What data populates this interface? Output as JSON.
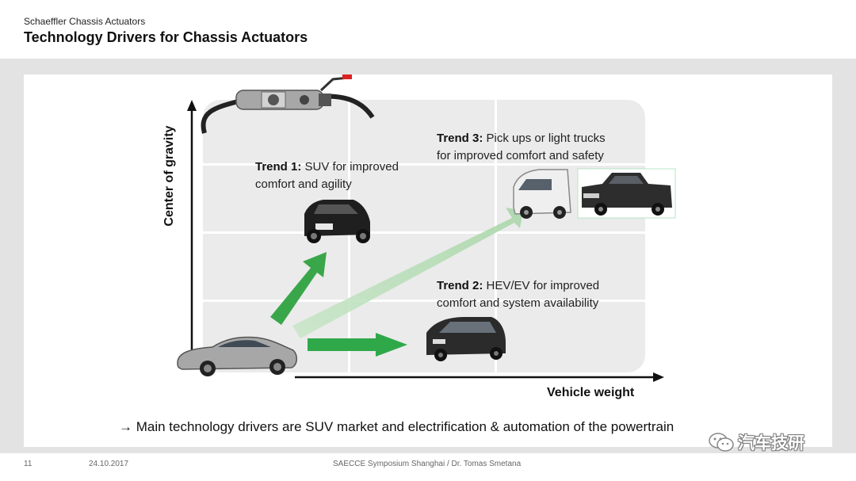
{
  "header": {
    "subtitle": "Schaeffler Chassis Actuators",
    "title": "Technology Drivers for Chassis Actuators"
  },
  "axes": {
    "y_label": "Center of gravity",
    "x_label": "Vehicle weight"
  },
  "trends": [
    {
      "label": "Trend 1:",
      "text_line1": "SUV for improved",
      "text_line2": "comfort and agility"
    },
    {
      "label": "Trend 2:",
      "text_line1": "HEV/EV for improved",
      "text_line2": "comfort and system availability"
    },
    {
      "label": "Trend 3:",
      "text_line1": "Pick ups or light trucks",
      "text_line2": "for improved comfort and safety"
    }
  ],
  "conclusion": "→ Main technology drivers are SUV market and electrification & automation of the powertrain",
  "footer": {
    "page": "11",
    "date": "24.10.2017",
    "event": "SAECCE Symposium Shanghai / Dr. Tomas Smetana"
  },
  "watermark": "汽车技研",
  "colors": {
    "arrow_green": "#3aa64a",
    "arrow_light_green": "#b9deb9",
    "grid_bg": "#ebebeb",
    "band_gray": "#e3e3e3"
  },
  "icons": [
    "actuator-image",
    "sedan-image",
    "suv-image",
    "ev-hatchback-image",
    "van-image",
    "pickup-truck-image",
    "wechat-icon"
  ]
}
